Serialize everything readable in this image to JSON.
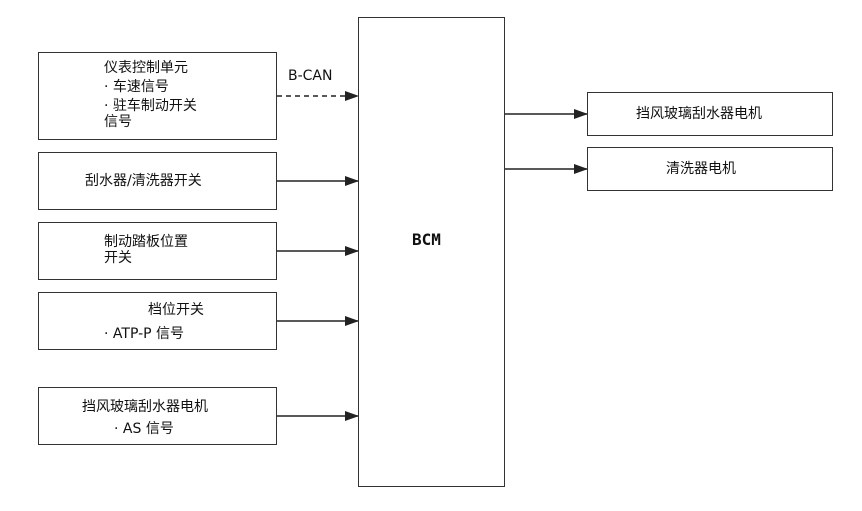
{
  "bcm": {
    "label": "BCM"
  },
  "can_bus": {
    "label": "B-CAN"
  },
  "inputs": [
    {
      "id": "meter",
      "lines": [
        "仪表控制单元",
        "· 车速信号",
        "· 驻车制动开关",
        "信号"
      ]
    },
    {
      "id": "wiper_switch",
      "lines": [
        "刮水器/清洗器开关"
      ]
    },
    {
      "id": "brake_pedal",
      "lines": [
        "制动踏板位置",
        "开关"
      ]
    },
    {
      "id": "gear",
      "lines": [
        "档位开关",
        "· ATP-P 信号"
      ]
    },
    {
      "id": "wiper_motor_in",
      "lines": [
        "挡风玻璃刮水器电机",
        "· AS 信号"
      ]
    }
  ],
  "outputs": [
    {
      "id": "wiper_motor_out",
      "label": "挡风玻璃刮水器电机"
    },
    {
      "id": "washer_motor",
      "label": "清洗器电机"
    }
  ]
}
